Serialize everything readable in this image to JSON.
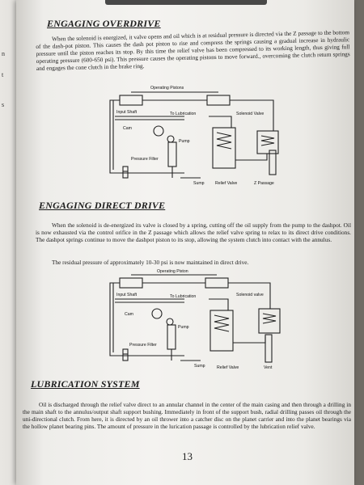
{
  "sections": [
    {
      "heading": "ENGAGING OVERDRIVE",
      "paragraph": "When the solenoid is energized, it valve opens and oil which is at residual pressure is directed via the Z passage to the bottom of the dash-pot piston. This causes the dash pot piston to rise and compress the springs causing a gradual increase in hydraulic pressure until the piston reaches its stop. By this time the relief valve has been compressed to its working length, thus giving full operating pressure (600-650 psi). This pressure causes the operating pistons to move forward., overcoming the clutch return springs and engages the cone clutch in the brake ring."
    },
    {
      "heading": "ENGAGING DIRECT DRIVE",
      "paragraph": "When the solenoid is de-energized its valve is closed by a spring, cutting off the oil supply from the pump to the dashpot. Oil is now exhausted via the control orifice in the Z passage which allows the relief valve spring to relax to its direct drive conditions. The dashpot springs continue to move the dashpot piston to its stop, allowing the system clutch into contact with the annulus.",
      "paragraph2": "The residual pressure of approximately 10-30 psi is now maintained in direct drive."
    },
    {
      "heading": "LUBRICATION SYSTEM",
      "paragraph": "Oil is discharged through the relief valve direct to an annular channel in the center of the main casing and then through a drilling in the main shaft to the annulus/output shaft support bushing. Immediately in front of the support bush, radial drilling passes oil through the uni-directional clutch. From here, it is directed by an oil thrower into a catcher disc on the planet carrier and into the planet bearings via the hollow planet bearing pins. The amount of pressure in the lurication passage is controlled by the lubrication relief valve."
    }
  ],
  "diagram1": {
    "labels": {
      "operating_pistons": "Operating Pistons",
      "input_shaft": "Input Shaft",
      "to_lubrication": "To Lubrication",
      "solenoid_valve": "Solenoid Valve",
      "cam": "Cam",
      "pump": "Pump",
      "pressure_filter": "Pressure Filter",
      "sump": "Sump",
      "relief_valve": "Relief Valve",
      "z_passage": "Z Passage"
    }
  },
  "diagram2": {
    "labels": {
      "operating_piston": "Operating Piston",
      "input_shaft": "Input Shaft",
      "to_lubrication": "To Lubrication",
      "solenoid_valve": "Solenoid valve",
      "cam": "Cam",
      "pump": "Pump",
      "pressure_filter": "Pressure Filter",
      "sump": "Sump",
      "relief_valve": "Relief Valve",
      "vent": "Vent"
    }
  },
  "page_number": "13",
  "margin_fragments": [
    "n",
    "t",
    "s"
  ]
}
